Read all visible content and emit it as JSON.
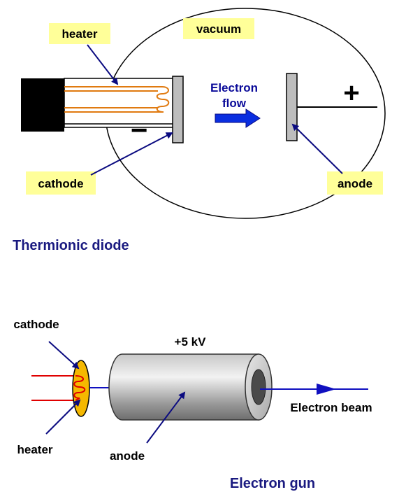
{
  "diode": {
    "caption": "Thermionic diode",
    "heater_label": "heater",
    "vacuum_label": "vacuum",
    "cathode_label": "cathode",
    "anode_label": "anode",
    "flow_line1": "Electron",
    "flow_line2": "flow",
    "plus_sign": "+",
    "minus_sign": "−"
  },
  "gun": {
    "caption": "Electron gun",
    "cathode_label": "cathode",
    "heater_label": "heater",
    "voltage_label": "+5 kV",
    "anode_label": "anode",
    "beam_label": "Electron beam"
  },
  "colors": {
    "label_bg": "#ffff99",
    "caption": "#1a1a80",
    "arrow": "#0a0a80",
    "filament": "#e07a10",
    "heater_wire": "#e00000",
    "cathode_disc": "#f5b800",
    "beam": "#1010c0",
    "flow_arrow": "#0a2ee0"
  }
}
